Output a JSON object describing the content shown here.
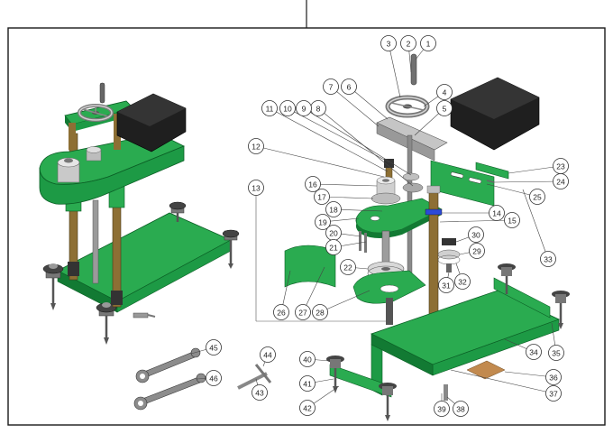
{
  "diagram": {
    "colors": {
      "frame": "#1a1a1a",
      "green": "#1d9a45",
      "green_dark": "#127a33",
      "green_light": "#3cc468",
      "metal": "#b8b8b8",
      "metal_dark": "#6d6d6d",
      "bronze": "#8a6a2c",
      "black": "#1b1b1b",
      "blue": "#2c4ad8",
      "copper": "#c28a4f"
    },
    "callouts": [
      "1",
      "2",
      "3",
      "4",
      "5",
      "6",
      "7",
      "8",
      "9",
      "10",
      "11",
      "12",
      "13",
      "14",
      "15",
      "16",
      "17",
      "18",
      "19",
      "20",
      "21",
      "22",
      "23",
      "24",
      "25",
      "26",
      "27",
      "28",
      "29",
      "30",
      "31",
      "32",
      "33",
      "34",
      "35",
      "36",
      "37",
      "38",
      "39",
      "40",
      "41",
      "42",
      "43",
      "44",
      "45",
      "46"
    ]
  }
}
